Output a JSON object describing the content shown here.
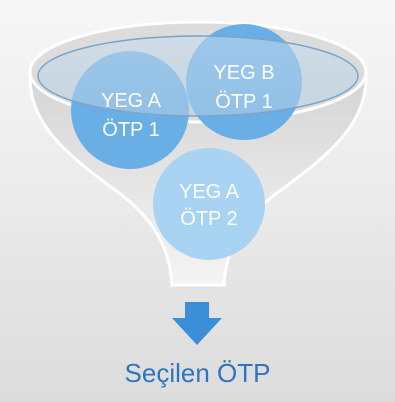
{
  "funnel": {
    "items": [
      {
        "line1": "YEG A",
        "line2": "ÖTP 1"
      },
      {
        "line1": "YEG B",
        "line2": "ÖTP 1"
      },
      {
        "line1": "YEG A",
        "line2": "ÖTP 2"
      }
    ]
  },
  "result": {
    "label": "Seçilen ÖTP"
  },
  "colors": {
    "circle_dark": "#6aaee6",
    "circle_light": "#a9d3f2",
    "arrow": "#3a8fd8",
    "label": "#2f74c0"
  }
}
